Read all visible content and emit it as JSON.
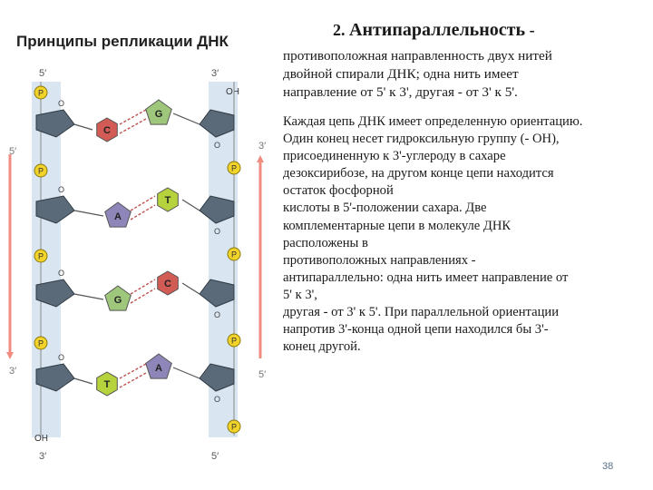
{
  "slide": {
    "title": "Принципы репликации ДНК",
    "heading_num": "2.",
    "heading_word": "Антипараллельность",
    "heading_dash": "-",
    "para1": [
      "противоположная направленность двух нитей",
      "двойной спирали ДНК; одна нить имеет",
      "направление от 5' к 3', другая - от 3' к 5'."
    ],
    "para2": [
      "Каждая цепь ДНК имеет определенную ориентацию.",
      "Один конец несет гидроксильную группу (- OH),",
      "присоединенную к 3'-углероду в сахаре",
      "дезоксирибозе, на другом конце цепи находится",
      "остаток фосфорной",
      "кислоты в 5'-положении сахара. Две",
      "комплементарные цепи в молекуле ДНК",
      "расположены в",
      "противоположных направлениях -",
      "антипараллельно: одна нить имеет направление от",
      "5' к 3',",
      "другая - от 3' к 5'. При параллельной ориентации",
      "напротив 3'-конца одной цепи находился бы 3'-",
      "конец другой."
    ],
    "page_number": "38"
  },
  "diagram": {
    "left_strand_top": "5′",
    "left_strand_bottom": "3′",
    "right_strand_top": "3′",
    "right_strand_bottom": "5′",
    "left_arrow_label_top": "5′",
    "left_arrow_label_bottom": "3′",
    "right_arrow_label_top": "3′",
    "right_arrow_label_bottom": "5′",
    "hydroxyl_top": "OH",
    "hydroxyl_bottom": "OH",
    "phosphate": "P",
    "ring_oxygen": "O",
    "pairs": [
      {
        "left": "C",
        "right": "G"
      },
      {
        "left": "A",
        "right": "T"
      },
      {
        "left": "G",
        "right": "C"
      },
      {
        "left": "T",
        "right": "A"
      }
    ],
    "colors": {
      "strand_band": "#d9e6f2",
      "sugar": "#5a6a78",
      "phosphate": "#f2d32a",
      "C": "#d35b55",
      "G": "#9fc77b",
      "A": "#8e86b8",
      "T": "#b6d23c",
      "arrow": "#f28c82"
    }
  }
}
